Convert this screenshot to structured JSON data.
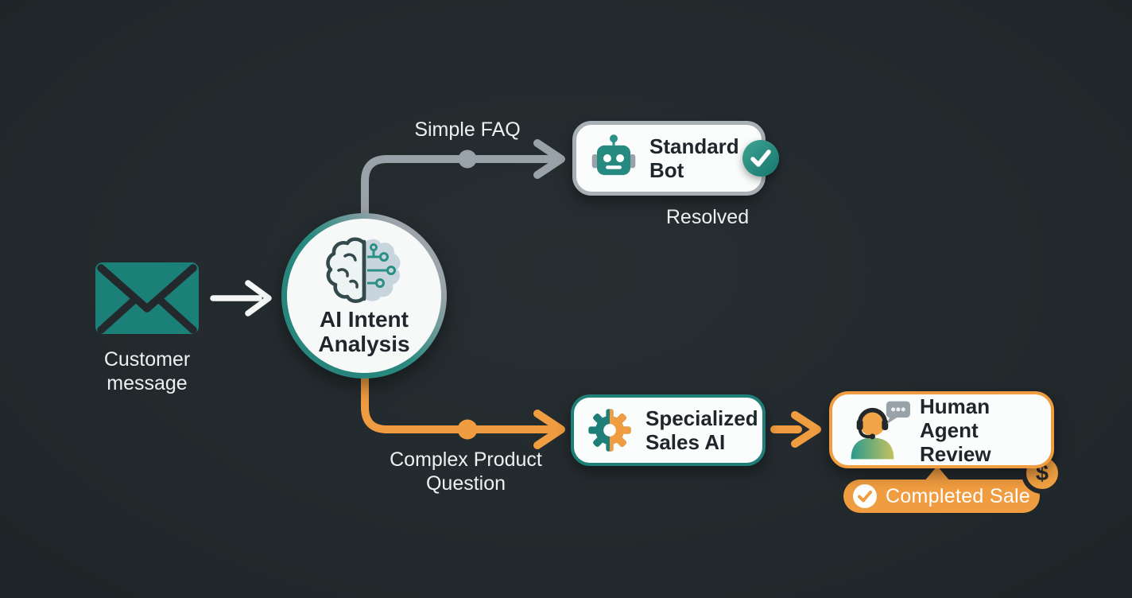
{
  "diagram": {
    "customer": {
      "icon": "envelope-icon",
      "label": "Customer\nmessage"
    },
    "analysis": {
      "icon": "brain-circuit-icon",
      "label": "AI Intent\nAnalysis"
    },
    "branch_top": {
      "edge_label": "Simple FAQ",
      "bot": {
        "icon": "robot-icon",
        "label": "Standard\nBot",
        "badge_icon": "check-icon"
      },
      "status": "Resolved"
    },
    "branch_bottom": {
      "edge_label": "Complex Product\nQuestion",
      "sales_ai": {
        "icon": "gear-icon",
        "label": "Specialized\nSales AI"
      },
      "human_agent": {
        "icon": "agent-headset-icon",
        "bubble_icon": "chat-dots-icon",
        "label": "Human Agent\nReview",
        "coin_symbol": "$",
        "badge": {
          "icon": "check-icon",
          "label": "Completed Sale"
        }
      }
    },
    "colors": {
      "background": "#232a2d",
      "teal": "#1f7f78",
      "orange": "#f09c40",
      "gray": "#9aa2a9",
      "card_white": "#fbfcfc",
      "dark_text": "#1f262b",
      "light_text": "#edf1f1"
    }
  }
}
